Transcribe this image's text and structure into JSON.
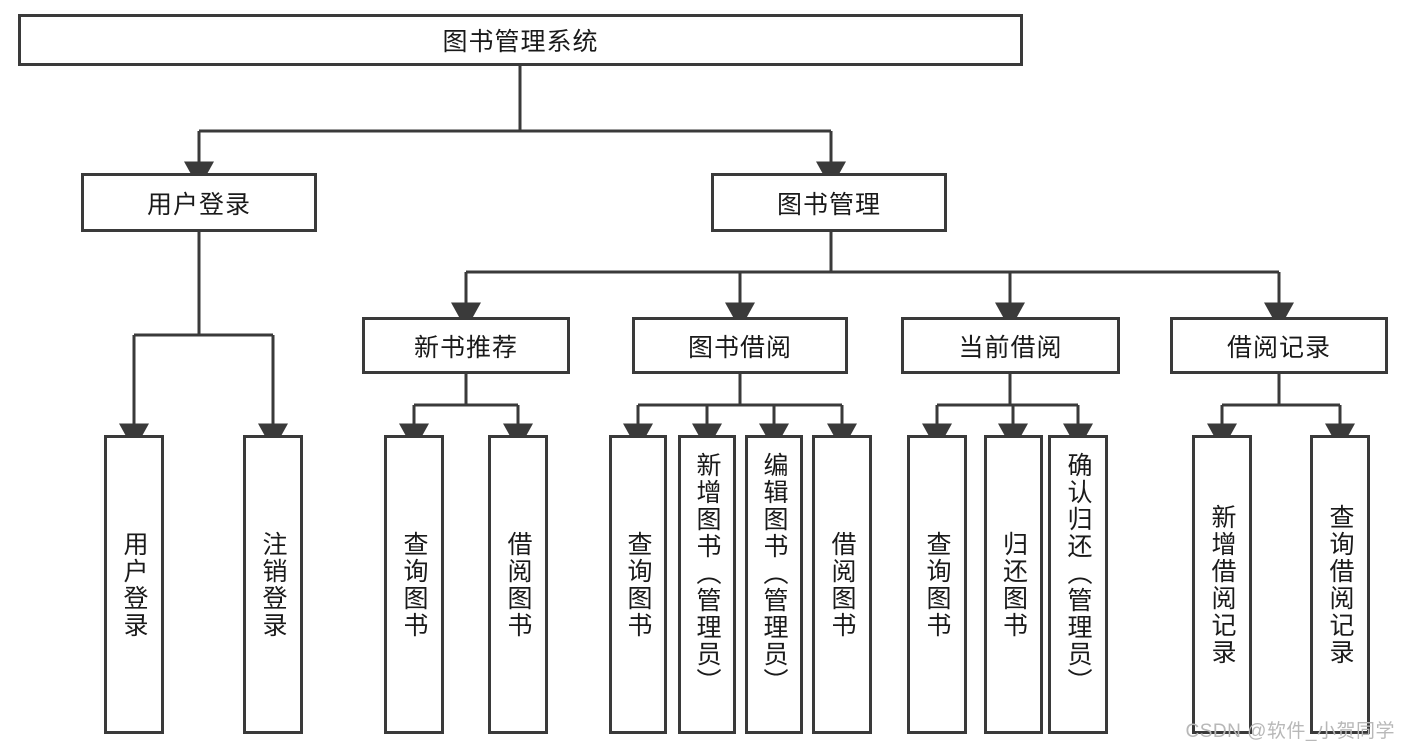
{
  "diagram": {
    "type": "hierarchy-tree",
    "title": "图书管理系统",
    "orientation": "top-down",
    "colors": {
      "box_border": "#3a3a3a",
      "box_fill": "#ffffff",
      "connector": "#3a3a3a",
      "text": "#1a1a1a",
      "watermark": "#b8b8b8",
      "background": "#ffffff"
    },
    "root": {
      "label": "图书管理系统"
    },
    "level2": [
      {
        "label": "用户登录"
      },
      {
        "label": "图书管理"
      }
    ],
    "level3": [
      {
        "label": "新书推荐"
      },
      {
        "label": "图书借阅"
      },
      {
        "label": "当前借阅"
      },
      {
        "label": "借阅记录"
      }
    ],
    "leaves": {
      "user_login": [
        {
          "label": "用户登录"
        },
        {
          "label": "注销登录"
        }
      ],
      "new_book_recommend": [
        {
          "label": "查询图书"
        },
        {
          "label": "借阅图书"
        }
      ],
      "book_borrow": [
        {
          "label": "查询图书"
        },
        {
          "label": "新增图书（管理员）"
        },
        {
          "label": "编辑图书（管理员）"
        },
        {
          "label": "借阅图书"
        }
      ],
      "current_borrow": [
        {
          "label": "查询图书"
        },
        {
          "label": "归还图书"
        },
        {
          "label": "确认归还（管理员）"
        }
      ],
      "borrow_record": [
        {
          "label": "新增借阅记录"
        },
        {
          "label": "查询借阅记录"
        }
      ]
    },
    "watermark": "CSDN @软件_小贺同学"
  }
}
